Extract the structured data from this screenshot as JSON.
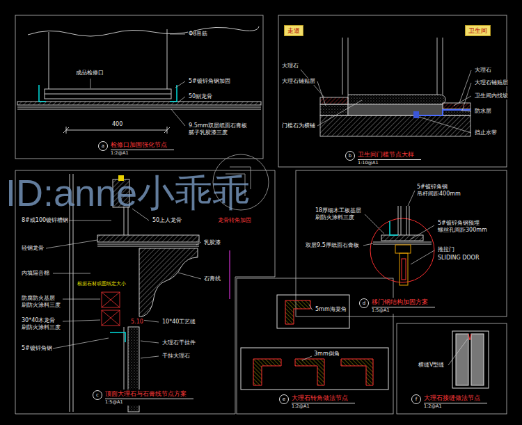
{
  "diagram": {
    "nodes": [
      {
        "text": [
          "a",
          "检修口加固强化节点",
          "1:2@A1"
        ]
      },
      {
        "text": [
          "走道"
        ]
      },
      {
        "text": [
          "卫生间"
        ]
      },
      {
        "text": [
          "b",
          "卫生间门槛节点大样",
          "1:10@A1"
        ]
      },
      {
        "text": [
          "c",
          "顶面大理石与石膏线节点方案",
          "1:5@A1"
        ]
      },
      {
        "text": [
          "d",
          "移门钢结构加固方案",
          "1:5@A1"
        ]
      },
      {
        "text": [
          "e",
          "大理石转角做法节点",
          "1:2@A1"
        ]
      },
      {
        "text": [
          "f",
          "大理石接缝做法节点",
          "1:2@A1"
        ]
      }
    ],
    "labels": [
      "Φ8吊筋",
      "成品检修口",
      "5#镀锌角钢加固",
      "50副龙骨",
      "400",
      "9.5mm双层纸面石膏板 腻子乳胶漆三度",
      "大理石",
      "大理石铺贴层",
      "门槛石为横铺",
      "大理石",
      "大理石铺贴层",
      "卫生间内找坡",
      "防水层",
      "挡止水带",
      "ID:anne小乖乖",
      "龙骨转角加固",
      "8#或100镀锌槽钢",
      "50上人龙骨",
      "轻钢龙骨",
      "乳胶漆",
      "内填隔音棉",
      "石膏线",
      "根据石材或图纸定大小",
      "防腐防火基层 刷防火涂料三度",
      "30*40木龙骨 刷防火涂料三度",
      "5.10",
      "10*40工艺缝",
      "大理石干挂件",
      "5#镀锌角钢",
      "干挂大理石",
      "5#镀锌角钢 吊杆间距400mm",
      "18厚细木工板基层 刷防火涂料三度",
      "5#镀锌角钢预埋 螺丝孔间距300mm",
      "双层9.5厚纸面石膏板",
      "推拉门",
      "SLIDING DOOR",
      "5mm海棠角",
      "3mm倒角",
      "横缝V型缝"
    ]
  }
}
